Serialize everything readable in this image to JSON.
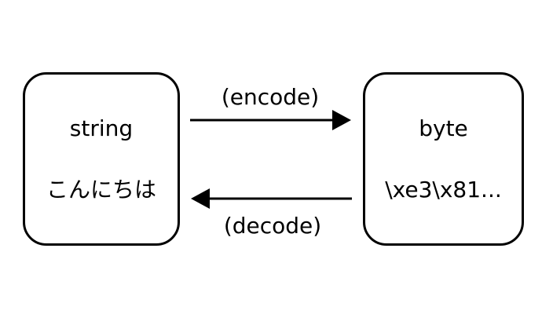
{
  "diagram": {
    "boxes": {
      "string": {
        "title": "string",
        "value": "こんにちは"
      },
      "byte": {
        "title": "byte",
        "value": "\\xe3\\x81..."
      }
    },
    "arrows": {
      "encode": {
        "label": "(encode)",
        "direction": "left-to-right"
      },
      "decode": {
        "label": "(decode)",
        "direction": "right-to-left"
      }
    },
    "colors": {
      "stroke": "#000000",
      "background": "#ffffff"
    }
  }
}
